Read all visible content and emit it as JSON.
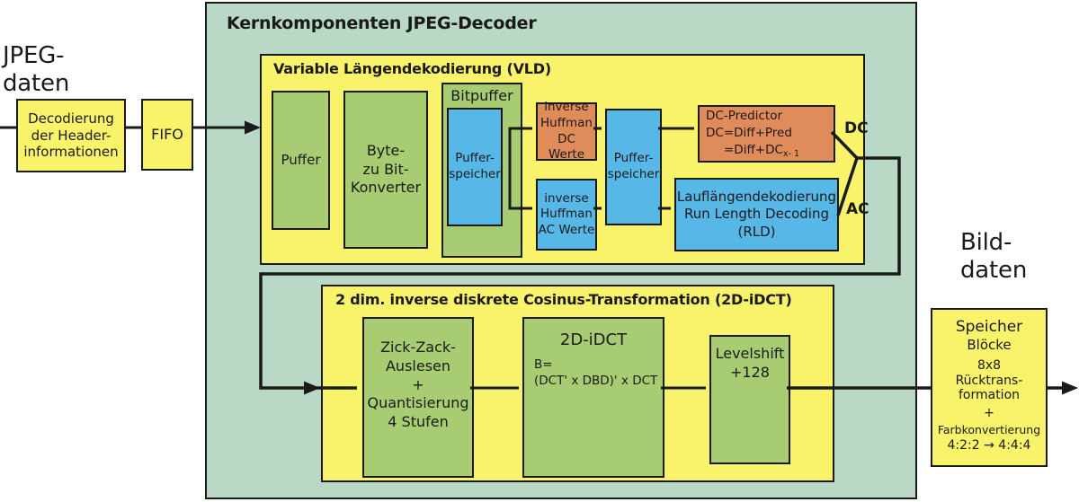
{
  "colors": {
    "bg": "#ffffff",
    "panel_green": "#b9d8c5",
    "yellow": "#f9f26b",
    "box_green": "#a8cc71",
    "blue": "#57b8e8",
    "orange": "#df8c5a",
    "line": "#1a1a1a"
  },
  "labels": {
    "input": {
      "line1": "JPEG-",
      "line2": "daten"
    },
    "output": {
      "line1": "Bild-",
      "line2": "daten"
    }
  },
  "header_decoder": {
    "lines": [
      "Decodierung",
      "der Header-",
      "informationen"
    ]
  },
  "fifo": {
    "label": "FIFO"
  },
  "core": {
    "title": "Kernkomponenten JPEG-Decoder",
    "vld": {
      "title": "Variable Längendekodierung (VLD)",
      "puffer": {
        "label": "Puffer"
      },
      "byte_bit_converter": {
        "lines": [
          "Byte-",
          "zu Bit-",
          "Konverter"
        ]
      },
      "bitpuffer": {
        "title": "Bitpuffer",
        "pufferspeicher": {
          "lines": [
            "Puffer-",
            "speicher"
          ]
        }
      },
      "inv_huffman_dc": {
        "lines": [
          "inverse",
          "Huffman",
          "DC Werte"
        ]
      },
      "inv_huffman_ac": {
        "lines": [
          "inverse",
          "Huffman",
          "AC Werte"
        ]
      },
      "pufferspeicher2": {
        "lines": [
          "Puffer-",
          "speicher"
        ]
      },
      "dc_predictor": {
        "line1": "DC-Predictor",
        "line2": "DC=Diff+Pred",
        "line3_main": "=Diff+DC",
        "line3_sub": "x- 1"
      },
      "rld": {
        "lines": [
          "Lauflängendekodierung",
          "Run Length Decoding",
          "(RLD)"
        ]
      },
      "dc_label": "DC",
      "ac_label": "AC"
    },
    "idct": {
      "title": "2 dim. inverse diskrete Cosinus-Transformation (2D-iDCT)",
      "zickzack": {
        "lines": [
          "Zick-Zack-",
          "Auslesen",
          "+",
          "Quantisierung",
          "4 Stufen"
        ]
      },
      "idct2d": {
        "title": "2D-iDCT",
        "formula": [
          "B=",
          "(DCT' x DBD)' x DCT"
        ]
      },
      "levelshift": {
        "lines": [
          "Levelshift",
          "+128"
        ]
      }
    }
  },
  "speicher": {
    "lines": [
      "Speicher",
      "Blöcke",
      "8x8",
      "Rücktrans-",
      "formation",
      "+",
      "Farbkonvertierung",
      "4:2:2 → 4:4:4"
    ]
  }
}
